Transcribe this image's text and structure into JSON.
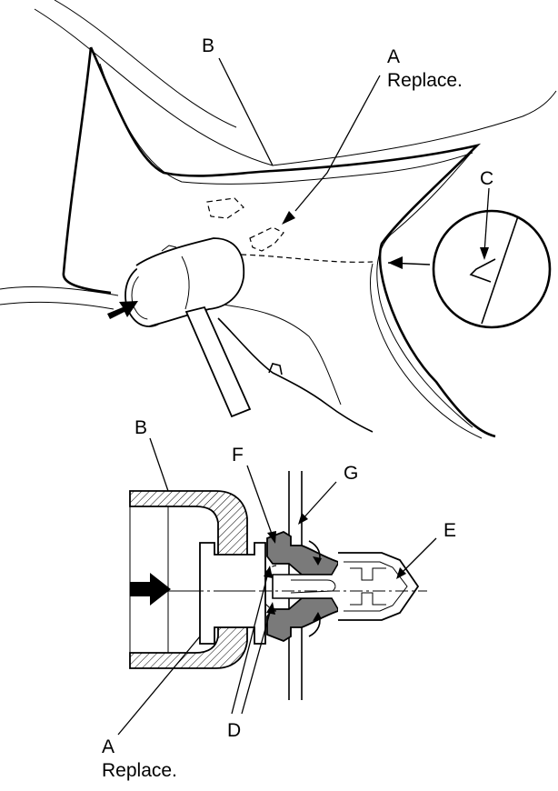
{
  "labels": {
    "top_b": "B",
    "top_a_letter": "A",
    "top_a_note": "Replace.",
    "top_c": "C",
    "bottom_b": "B",
    "bottom_f": "F",
    "bottom_g": "G",
    "bottom_e": "E",
    "bottom_d": "D",
    "bottom_a_letter": "A",
    "bottom_a_note": "Replace."
  }
}
